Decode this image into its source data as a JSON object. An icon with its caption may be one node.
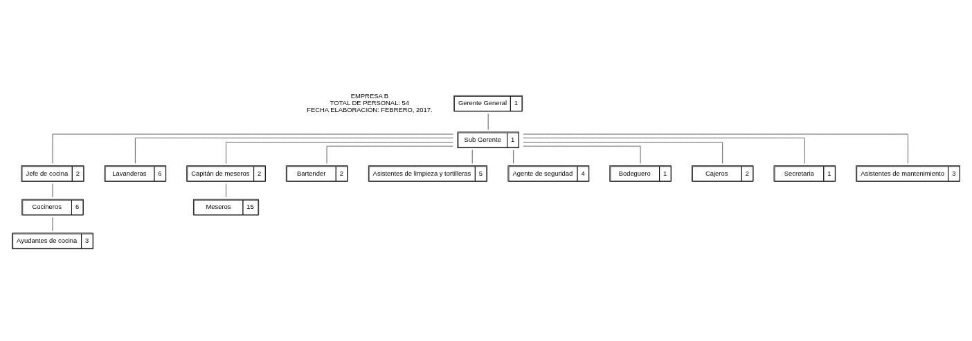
{
  "diagram": {
    "nodes": [
      {
        "text": [
          "Gerente General",
          "1"
        ]
      },
      {
        "text": [
          "Sub Gerente",
          "1"
        ]
      },
      {
        "text": [
          "Jefe de cocina",
          "2"
        ]
      },
      {
        "text": [
          "Cocineros",
          "6"
        ]
      },
      {
        "text": [
          "Ayudantes de cocina",
          "3"
        ]
      },
      {
        "text": [
          "Lavanderas",
          "6"
        ]
      },
      {
        "text": [
          "Capitán de meseros",
          "2"
        ]
      },
      {
        "text": [
          "Meseros",
          "15"
        ]
      },
      {
        "text": [
          "Bartender",
          "2"
        ]
      },
      {
        "text": [
          "Asistentes de limpieza y tortilleras",
          "5"
        ]
      },
      {
        "text": [
          "Agente de seguridad",
          "4"
        ]
      },
      {
        "text": [
          "Bodeguero",
          "1"
        ]
      },
      {
        "text": [
          "Cajeros",
          "2"
        ]
      },
      {
        "text": [
          "Secretaria",
          "1"
        ]
      },
      {
        "text": [
          "Asistentes de mantenimiento",
          "3"
        ]
      }
    ],
    "edges": [
      {
        "from": 0,
        "to": 1,
        "arrow": "none"
      },
      {
        "from": 1,
        "to": 2,
        "arrow": "none"
      },
      {
        "from": 2,
        "to": 3,
        "arrow": "none"
      },
      {
        "from": 3,
        "to": 4,
        "arrow": "none"
      },
      {
        "from": 1,
        "to": 5,
        "arrow": "none"
      },
      {
        "from": 1,
        "to": 6,
        "arrow": "none"
      },
      {
        "from": 6,
        "to": 7,
        "arrow": "none"
      },
      {
        "from": 1,
        "to": 8,
        "arrow": "none"
      },
      {
        "from": 1,
        "to": 9,
        "arrow": "none"
      },
      {
        "from": 1,
        "to": 10,
        "arrow": "none"
      },
      {
        "from": 1,
        "to": 11,
        "arrow": "none"
      },
      {
        "from": 1,
        "to": 12,
        "arrow": "none"
      },
      {
        "from": 1,
        "to": 13,
        "arrow": "none"
      },
      {
        "from": 1,
        "to": 14,
        "arrow": "none"
      }
    ],
    "labels": [
      "EMPRESA B",
      "TOTAL DE PERSONAL: 54",
      "FECHA ELABORACIÓN: FEBRERO, 2017."
    ]
  }
}
